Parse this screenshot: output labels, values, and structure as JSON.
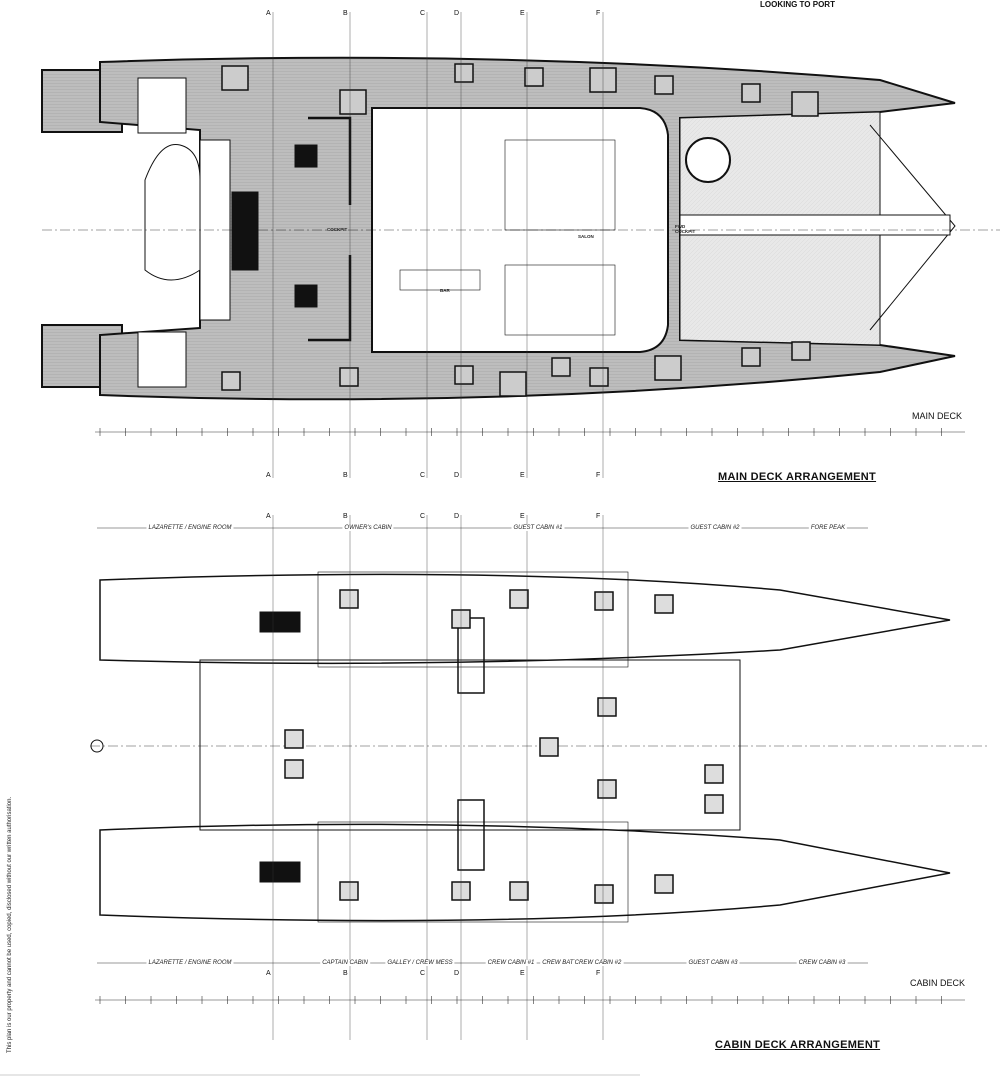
{
  "header": {
    "view_note": "LOOKING TO PORT"
  },
  "stations": [
    "A",
    "B",
    "C",
    "D",
    "E",
    "F"
  ],
  "main_deck": {
    "deck_label": "MAIN DECK",
    "title": "MAIN DECK ARRANGEMENT",
    "rooms": [
      "COCKPIT",
      "SALON",
      "BAR",
      "FWD COCKPIT"
    ]
  },
  "cabin_deck": {
    "deck_label": "CABIN DECK",
    "title": "CABIN DECK ARRANGEMENT",
    "zones_upper": [
      "LAZARETTE / ENGINE ROOM",
      "OWNER's CABIN",
      "GUEST CABIN #1",
      "GUEST CABIN #2",
      "FORE PEAK"
    ],
    "zones_lower": [
      "LAZARETTE / ENGINE ROOM",
      "CAPTAIN CABIN",
      "GALLEY / CREW MESS",
      "CREW CABIN #1",
      "CREW BATH",
      "CREW CABIN #2",
      "GUEST CABIN #3",
      "CREW CABIN #3"
    ]
  },
  "disclaimer": "This plan is our property and cannot be used, copied, disclosed without our written authorisation.",
  "colors": {
    "line": "#111111",
    "deck_fill": "#b9b9b9",
    "trampoline": "#e6e6e6"
  }
}
